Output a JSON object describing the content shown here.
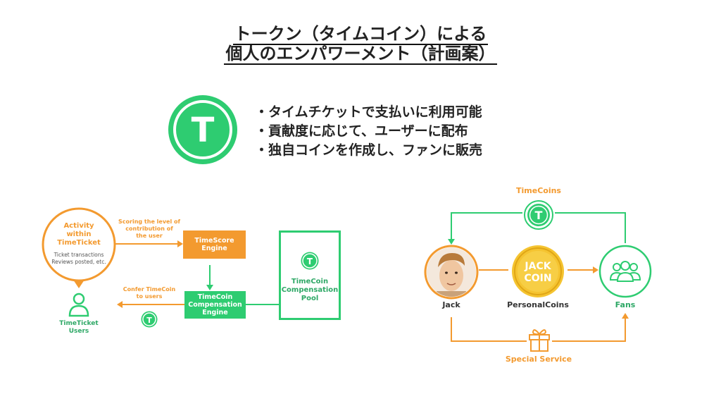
{
  "title": {
    "line1": "トークン（タイムコイン）による",
    "line2": "個人のエンパワーメント（計画案）"
  },
  "hero_coin": {
    "glyph": "T",
    "color": "#2ecc71"
  },
  "bullets": [
    "・タイムチケットで支払いに利用可能",
    "・貢献度に応じて、ユーザーに配布",
    "・独自コインを作成し、ファンに販売"
  ],
  "left_diagram": {
    "activity": {
      "title_lines": [
        "Activity",
        "within",
        "TimeTicket"
      ],
      "detail_lines": [
        "Ticket transactions",
        "Reviews posted, etc."
      ]
    },
    "scoring_label": [
      "Scoring the level of",
      "contribution of",
      "the user"
    ],
    "timescore_engine": [
      "TimeScore",
      "Engine"
    ],
    "compensation_engine": [
      "TimeCoin",
      "Compensation",
      "Engine"
    ],
    "compensation_pool": [
      "TimeCoin",
      "Compensation",
      "Pool"
    ],
    "confer_label": [
      "Confer TimeCoin",
      "to users"
    ],
    "users_label": [
      "TimeTicket",
      "Users"
    ],
    "coin_glyph": "T"
  },
  "right_diagram": {
    "timecoins_label": "TimeCoins",
    "coin_glyph": "T",
    "jack_label": "Jack",
    "personal_coin_text": [
      "JACK",
      "COIN"
    ],
    "personalcoins_label": "PersonalCoins",
    "fans_label": "Fans",
    "special_service_label": "Special Service"
  },
  "colors": {
    "green": "#2ecc71",
    "orange": "#f39a2f",
    "gold": "#f5c431",
    "text": "#222222"
  }
}
